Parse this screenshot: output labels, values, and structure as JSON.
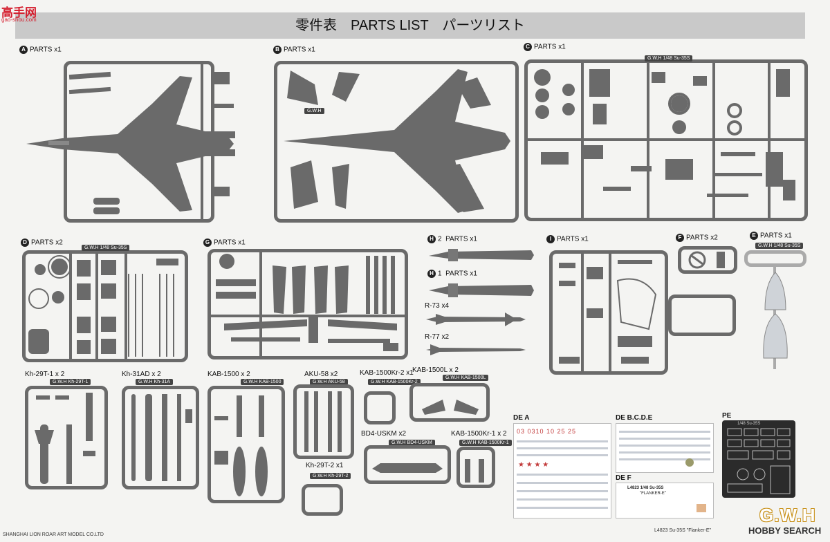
{
  "header": {
    "title": "零件表　PARTS LIST　パーツリスト"
  },
  "watermark": {
    "logo": "高手网",
    "url": "gao-shou.com"
  },
  "sprues": {
    "A": {
      "tag": "A",
      "label": "PARTS x1"
    },
    "B": {
      "tag": "B",
      "label": "PARTS x1"
    },
    "C": {
      "tag": "C",
      "label": "PARTS x1",
      "sprue_tab": "G.W.H 1/48 Su-35S"
    },
    "D": {
      "tag": "D",
      "label": "PARTS x2",
      "sprue_tab": "G.W.H 1/48 Su-35S"
    },
    "G": {
      "tag": "G",
      "label": "PARTS x1"
    },
    "H2": {
      "tag": "H",
      "suffix": "2",
      "label": "PARTS x1"
    },
    "H1": {
      "tag": "H",
      "suffix": "1",
      "label": "PARTS x1"
    },
    "I": {
      "tag": "I",
      "label": "PARTS x1"
    },
    "F": {
      "tag": "F",
      "label": "PARTS x2"
    },
    "E": {
      "tag": "E",
      "label": "PARTS x1",
      "sprue_tab": "G.W.H 1/48 Su-35S"
    }
  },
  "missiles": {
    "r73": "R-73 x4",
    "r77": "R-77 x2"
  },
  "weapons": {
    "kh29t1": {
      "label": "Kh-29T-1  x 2",
      "tab": "G.W.H  Kh-29T-1"
    },
    "kh31ad": {
      "label": "Kh-31AD  x 2",
      "tab": "G.W.H  Kh-31A"
    },
    "kab1500": {
      "label": "KAB-1500  x 2",
      "tab": "G.W.H  KAB-1500"
    },
    "aku58": {
      "label": "AKU-58 x2",
      "tab": "G.W.H  AKU-58"
    },
    "kab1500kr2": {
      "label": "KAB-1500Kr-2 x1",
      "tab": "G.W.H  KAB-1500Kr-2"
    },
    "kab1500l": {
      "label": "KAB-1500L  x 2",
      "tab": "G.W.H  KAB-1500L"
    },
    "bd4": {
      "label": "BD4-USKM x2",
      "tab": "G.W.H  BD4-USKM"
    },
    "kab1500kr1": {
      "label": "KAB-1500Kr-1  x 2",
      "tab": "G.W.H  KAB-1500Kr-1"
    },
    "kh29t2": {
      "label": "Kh-29T-2 x1",
      "tab": "G.W.H  Kh-29T-2"
    }
  },
  "decals": {
    "de_a": "DE  A",
    "de_bcde": "DE  B.C.D.E",
    "de_f": "DE  F",
    "pe": "PE",
    "pe_tab": "1/48 Su-35S",
    "de_f_title": "L4823  1/48  Su-35S",
    "de_f_sub": "\"FLANKER-E\""
  },
  "footer": {
    "company": "SHANGHAI LION ROAR ART MODEL CO.LTD",
    "product": "L4823  Su-35S  \"Flanker-E\"",
    "brand": "G.W.H",
    "source": "HOBBY SEARCH"
  },
  "colors": {
    "plastic": "#6a6a6a",
    "header_bar": "#c9c9c9",
    "brand_gold": "#c8911a",
    "logo_red": "#d41e2e"
  }
}
